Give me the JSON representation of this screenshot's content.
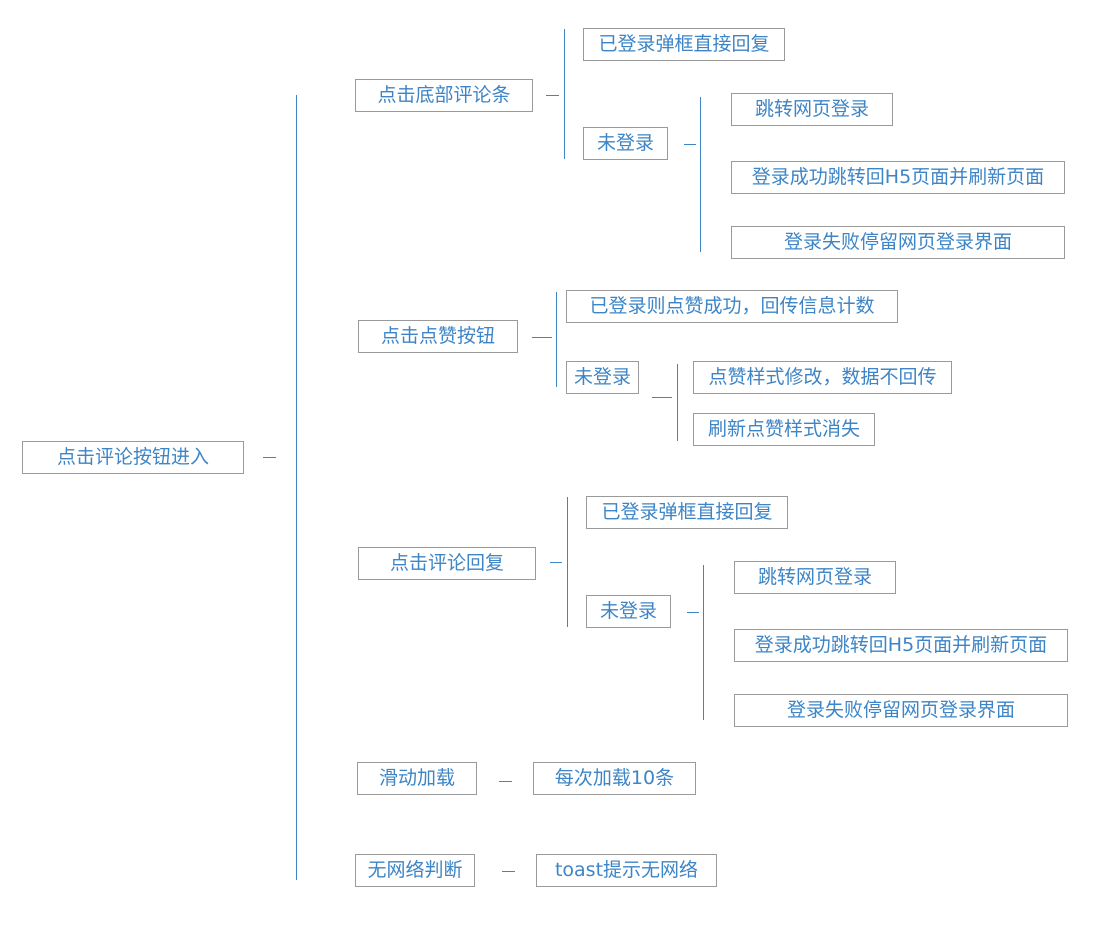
{
  "root": "点击评论按钮进入",
  "branches": {
    "bottom_comment": {
      "label": "点击底部评论条",
      "logged_in": "已登录弹框直接回复",
      "not_logged_in": "未登录",
      "outcomes": [
        "跳转网页登录",
        "登录成功跳转回H5页面并刷新页面",
        "登录失败停留网页登录界面"
      ]
    },
    "like": {
      "label": "点击点赞按钮",
      "logged_in": "已登录则点赞成功，回传信息计数",
      "not_logged_in": "未登录",
      "outcomes": [
        "点赞样式修改，数据不回传",
        "刷新点赞样式消失"
      ]
    },
    "reply": {
      "label": "点击评论回复",
      "logged_in": "已登录弹框直接回复",
      "not_logged_in": "未登录",
      "outcomes": [
        "跳转网页登录",
        "登录成功跳转回H5页面并刷新页面",
        "登录失败停留网页登录界面"
      ]
    },
    "scroll_load": {
      "label": "滑动加载",
      "result": "每次加载10条"
    },
    "no_network": {
      "label": "无网络判断",
      "result": "toast提示无网络"
    }
  }
}
